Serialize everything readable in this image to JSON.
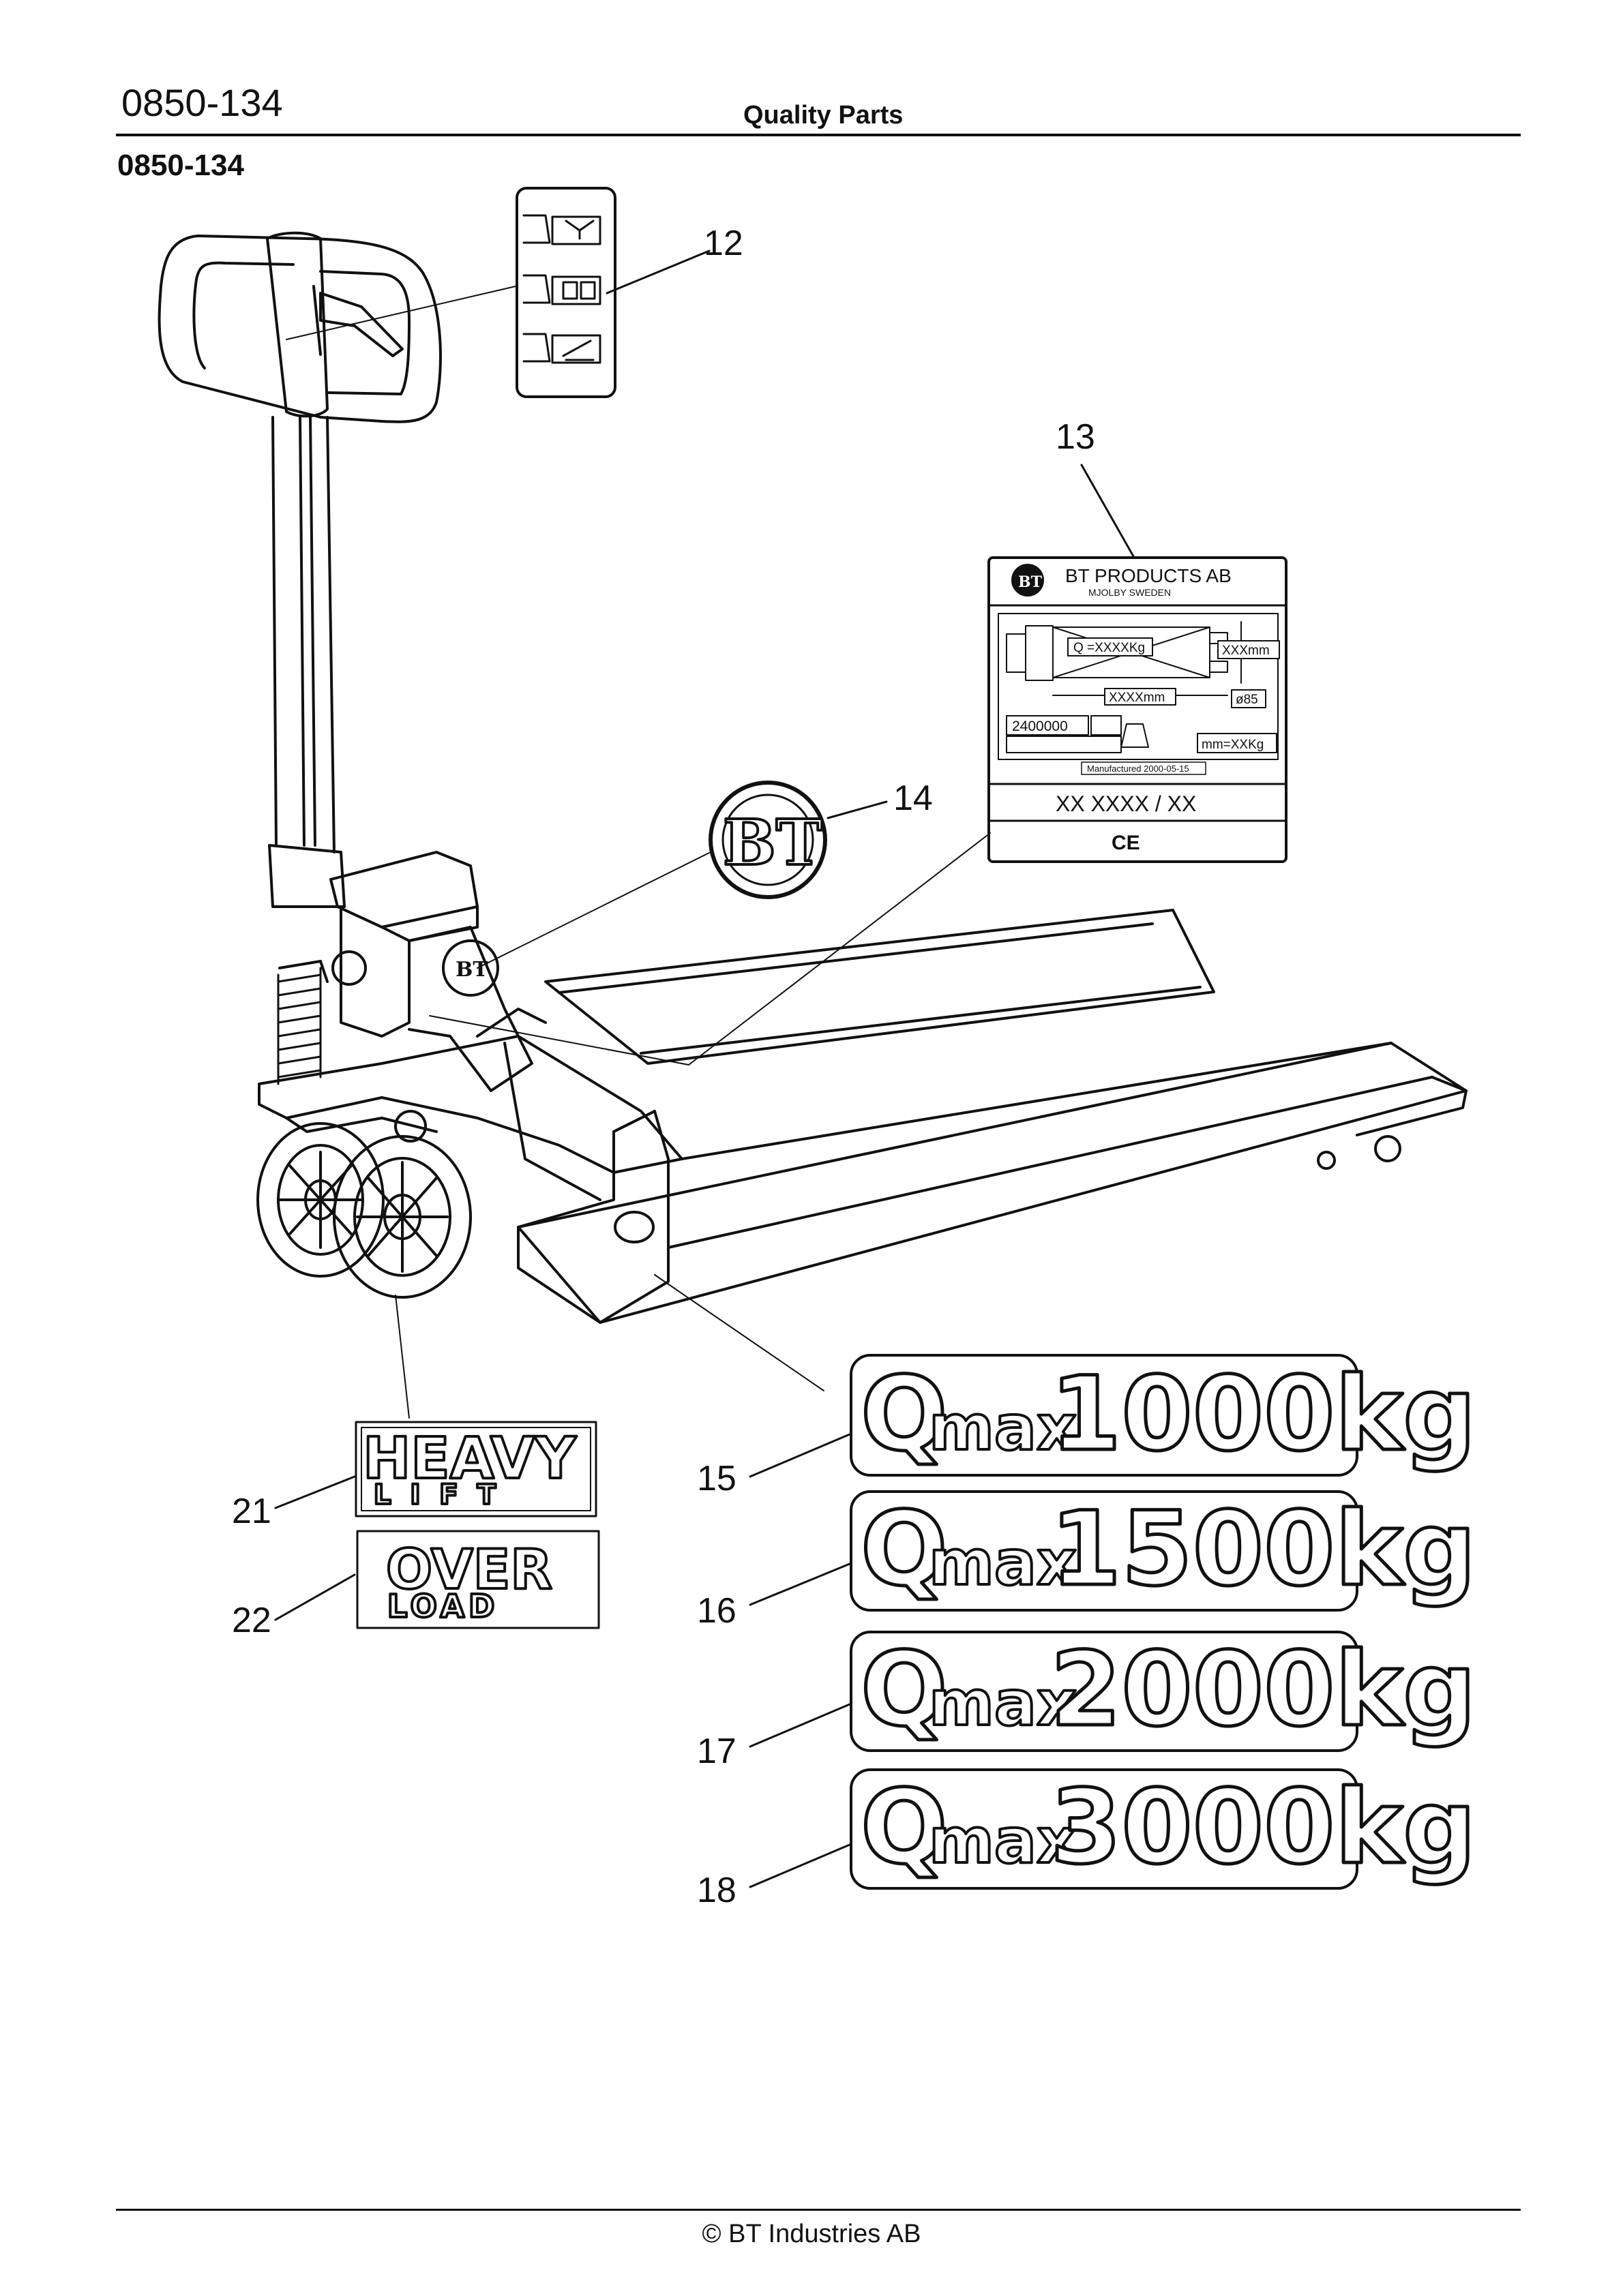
{
  "header": {
    "doc_code": "0850-134",
    "title": "Quality Parts",
    "sub_code": "0850-134"
  },
  "footer": {
    "copyright": "© BT Industries AB"
  },
  "callouts": [
    "12",
    "13",
    "14",
    "15",
    "16",
    "17",
    "18",
    "21",
    "22"
  ],
  "rating_plate": {
    "company": "BT PRODUCTS AB",
    "location": "MJOLBY SWEDEN",
    "capacity": "Q =XXXXKg",
    "width_dim": "XXXmm",
    "length_dim": "XXXXmm",
    "wheel_dim": "ø85",
    "serial": "2400000",
    "load_center": "mm=XXKg",
    "manufactured": "Manufactured 2000-05-15",
    "type_code": "XX XXXX / XX",
    "ce_mark": "CE"
  },
  "logo_text": "BT",
  "decals": {
    "qmax_prefix": "Q",
    "qmax_sub": "max",
    "qmax_values": [
      "1000kg",
      "1500kg",
      "2000kg",
      "3000kg"
    ],
    "heavy_lift": {
      "line1": "HEAVY",
      "line2": "LIFT"
    },
    "overload": {
      "line1": "OVER",
      "line2": "LOAD"
    }
  }
}
